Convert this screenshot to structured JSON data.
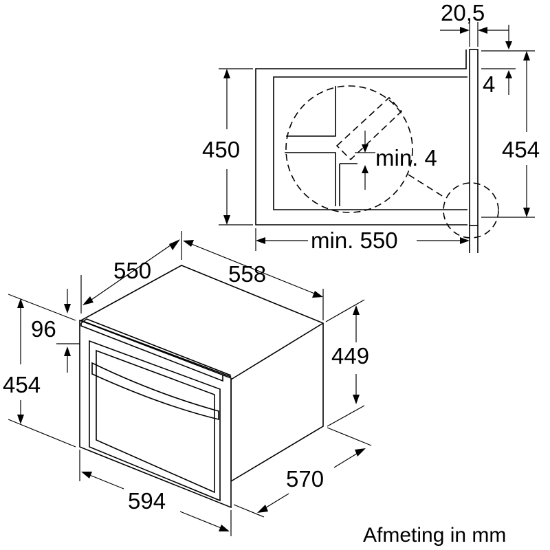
{
  "labels": {
    "gap_top": "20,5",
    "top_offset": "4",
    "niche_height": "450",
    "total_height_right": "454",
    "min_gap": "min. 4",
    "min_depth": "min. 550",
    "depth_550": "550",
    "width_558": "558",
    "height_96": "96",
    "height_454": "454",
    "height_449": "449",
    "depth_570": "570",
    "width_594": "594"
  },
  "caption": "Afmeting in mm"
}
